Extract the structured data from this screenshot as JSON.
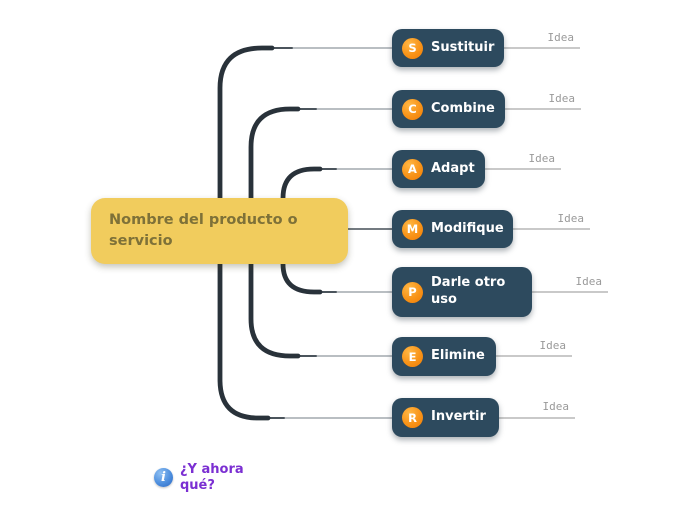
{
  "root": {
    "label": "Nombre del producto o servicio"
  },
  "branches": [
    {
      "badge": "S",
      "label": "Sustituir",
      "idea_label": "Idea"
    },
    {
      "badge": "C",
      "label": "Combine",
      "idea_label": "Idea"
    },
    {
      "badge": "A",
      "label": "Adapt",
      "idea_label": "Idea"
    },
    {
      "badge": "M",
      "label": "Modifique",
      "idea_label": "Idea"
    },
    {
      "badge": "P",
      "label": "Darle otro uso",
      "idea_label": "Idea"
    },
    {
      "badge": "E",
      "label": "Elimine",
      "idea_label": "Idea"
    },
    {
      "badge": "R",
      "label": "Invertir",
      "idea_label": "Idea"
    }
  ],
  "floating_topic": {
    "label": "¿Y ahora qué?",
    "icon_glyph": "i"
  },
  "colors": {
    "root_bg": "#f1cc5d",
    "root_text": "#7e7138",
    "branch_bg": "#2d4a5e",
    "branch_text": "#ffffff",
    "badge_orange": "#f89318",
    "connector_dark": "#29323a",
    "connector_thin": "#8f979e",
    "idea_gray": "#9a9a9a",
    "floating_purple": "#7b2fd2",
    "info_blue": "#4d8ede",
    "canvas_bg": "#ffffff"
  }
}
